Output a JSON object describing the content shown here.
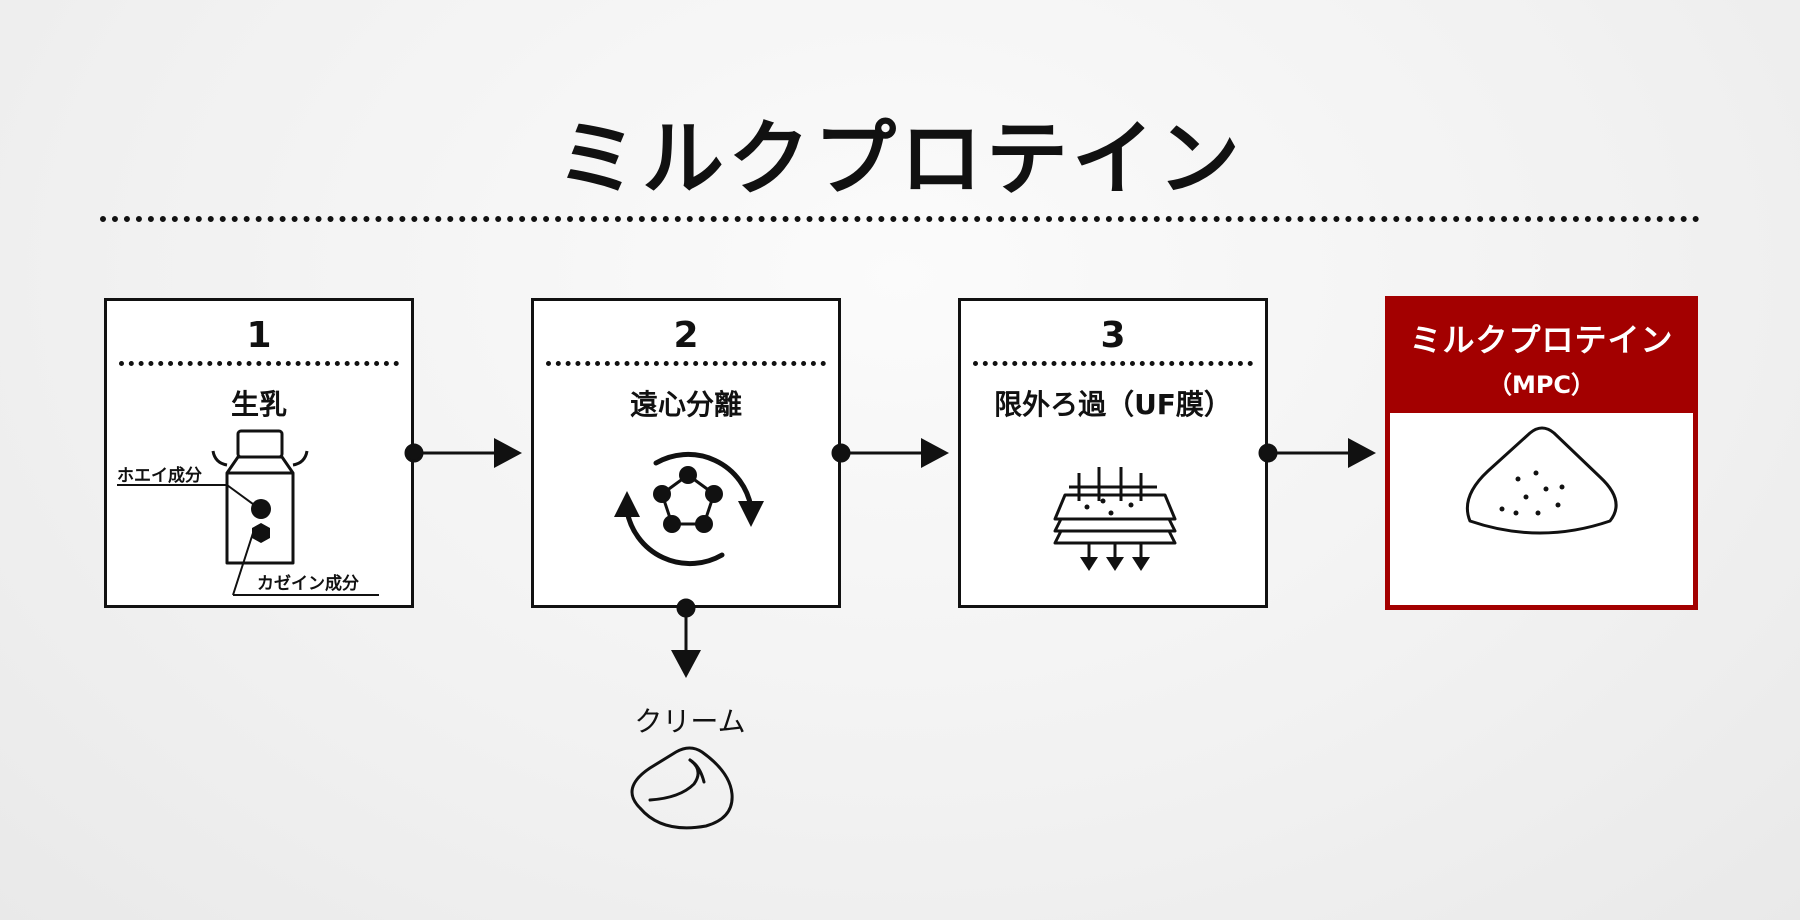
{
  "title": "ミルクプロテイン",
  "steps": [
    {
      "number": "1",
      "label": "生乳",
      "whey_label": "ホエイ成分",
      "casein_label": "カゼイン成分"
    },
    {
      "number": "2",
      "label": "遠心分離"
    },
    {
      "number": "3",
      "label": "限外ろ過（UF膜）"
    }
  ],
  "result": {
    "title": "ミルクプロテイン",
    "subtitle": "（MPC）"
  },
  "byproduct": {
    "label": "クリーム"
  },
  "colors": {
    "accent": "#a30000",
    "ink": "#111111"
  },
  "icons": [
    "milk-can-icon",
    "centrifuge-cycle-icon",
    "ultrafiltration-membrane-icon",
    "powder-pile-icon",
    "cream-dollop-icon"
  ]
}
